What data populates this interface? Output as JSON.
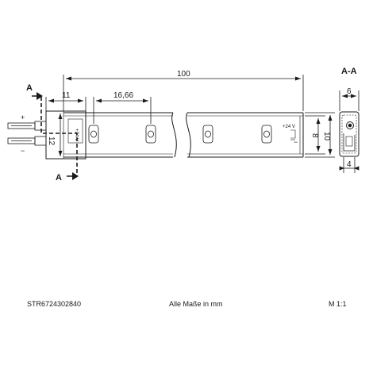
{
  "drawing": {
    "section_label": "A-A",
    "cut_marker": "A",
    "dimensions": {
      "total_length": "100",
      "end_cap_length": "11",
      "led_pitch": "16,66",
      "cap_height": "12",
      "strip_height_inner": "8",
      "strip_height_outer": "10",
      "section_width_top": "6",
      "section_width_bottom": "4"
    },
    "strip_label": "+24 V",
    "cap_label": "+24 V",
    "wire_plus": "+",
    "wire_minus": "−",
    "strip_minus": "−",
    "led_count": 4
  },
  "footer": {
    "article_number": "STR6724302840",
    "units_note": "Alle Maße in mm",
    "scale": "M 1:1"
  }
}
